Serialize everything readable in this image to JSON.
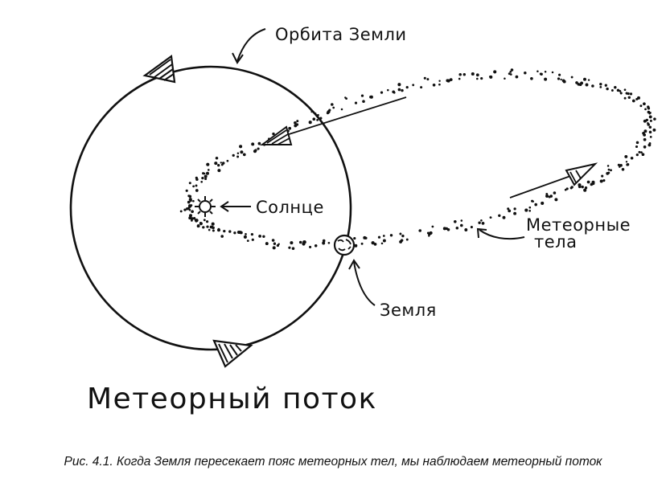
{
  "diagram": {
    "title": "Метеорный поток",
    "labels": {
      "earth_orbit": "Орбита Земли",
      "sun": "Солнце",
      "meteoroids_line1": "Метеорные",
      "meteoroids_line2": "тела",
      "earth": "Земля"
    }
  },
  "caption": "Рис. 4.1. Когда Земля пересекает пояс метеорных тел, мы наблюдаем метеорный поток",
  "colors": {
    "ink": "#111111",
    "background": "#ffffff"
  }
}
